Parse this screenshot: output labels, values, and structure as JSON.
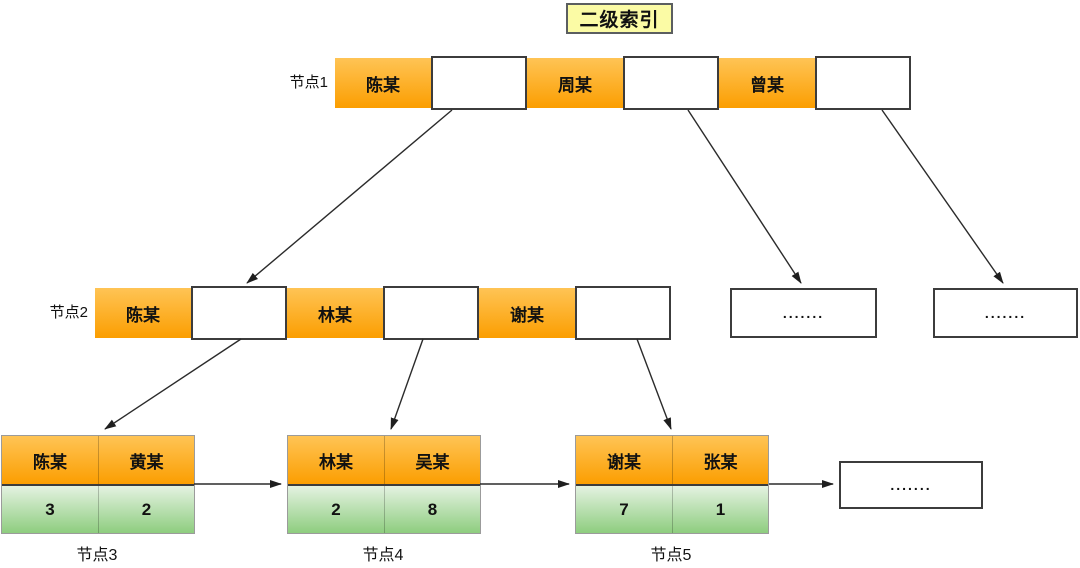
{
  "title": "二级索引",
  "colors": {
    "orange_top": "#ffc455",
    "orange_bottom": "#fb9e01",
    "green_top": "#e4f2e1",
    "green_bottom": "#8ecd7f",
    "title_bg": "#fbfba5",
    "title_border": "#5b5e60",
    "line": "#2b2b2b",
    "box_border": "#3c3c3c"
  },
  "internal_nodes": [
    {
      "label": "节点1",
      "cells": [
        {
          "type": "key",
          "text": "陈某"
        },
        {
          "type": "pointer",
          "text": ""
        },
        {
          "type": "key",
          "text": "周某"
        },
        {
          "type": "pointer",
          "text": ""
        },
        {
          "type": "key",
          "text": "曾某"
        },
        {
          "type": "pointer",
          "text": ""
        }
      ]
    },
    {
      "label": "节点2",
      "cells": [
        {
          "type": "key",
          "text": "陈某"
        },
        {
          "type": "pointer",
          "text": ""
        },
        {
          "type": "key",
          "text": "林某"
        },
        {
          "type": "pointer",
          "text": ""
        },
        {
          "type": "key",
          "text": "谢某"
        },
        {
          "type": "pointer",
          "text": ""
        }
      ]
    }
  ],
  "leaf_nodes": [
    {
      "label": "节点3",
      "keys": [
        "陈某",
        "黄某"
      ],
      "values": [
        "3",
        "2"
      ]
    },
    {
      "label": "节点4",
      "keys": [
        "林某",
        "吴某"
      ],
      "values": [
        "2",
        "8"
      ]
    },
    {
      "label": "节点5",
      "keys": [
        "谢某",
        "张某"
      ],
      "values": [
        "7",
        "1"
      ]
    }
  ],
  "ellipsis": "......."
}
